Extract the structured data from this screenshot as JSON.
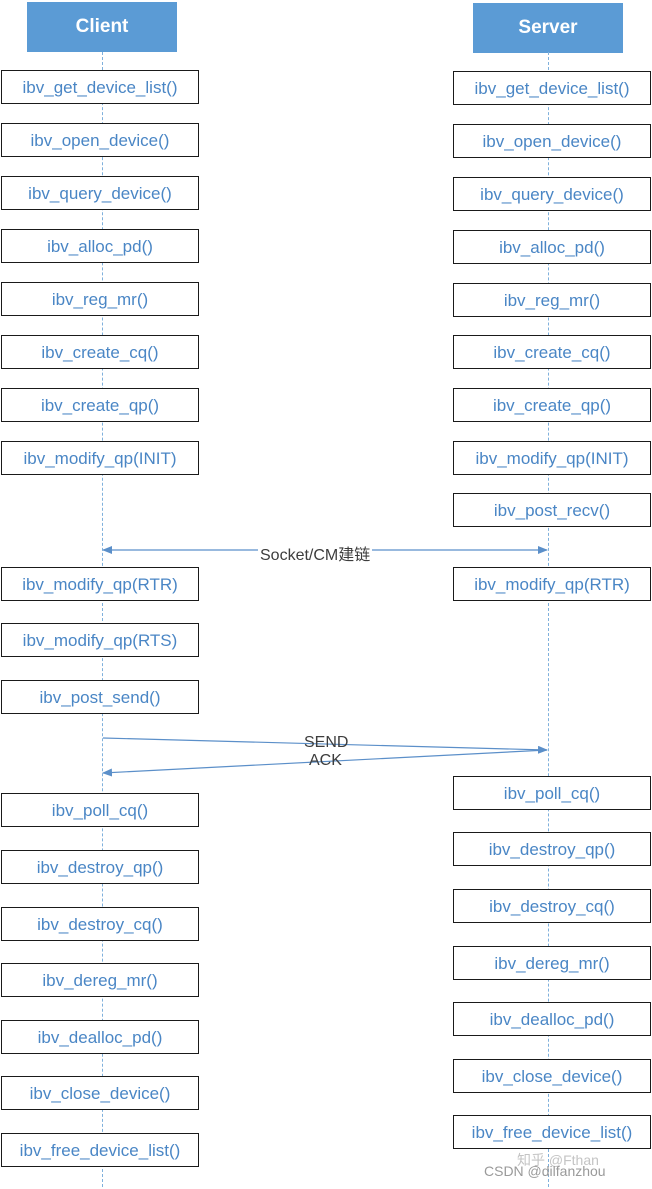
{
  "client": {
    "title": "Client",
    "calls": [
      "ibv_get_device_list()",
      "ibv_open_device()",
      "ibv_query_device()",
      "ibv_alloc_pd()",
      "ibv_reg_mr()",
      "ibv_create_cq()",
      "ibv_create_qp()",
      "ibv_modify_qp(INIT)",
      "ibv_modify_qp(RTR)",
      "ibv_modify_qp(RTS)",
      "ibv_post_send()",
      "ibv_poll_cq()",
      "ibv_destroy_qp()",
      "ibv_destroy_cq()",
      "ibv_dereg_mr()",
      "ibv_dealloc_pd()",
      "ibv_close_device()",
      "ibv_free_device_list()"
    ]
  },
  "server": {
    "title": "Server",
    "calls": [
      "ibv_get_device_list()",
      "ibv_open_device()",
      "ibv_query_device()",
      "ibv_alloc_pd()",
      "ibv_reg_mr()",
      "ibv_create_cq()",
      "ibv_create_qp()",
      "ibv_modify_qp(INIT)",
      "ibv_post_recv()",
      "ibv_modify_qp(RTR)",
      "ibv_poll_cq()",
      "ibv_destroy_qp()",
      "ibv_destroy_cq()",
      "ibv_dereg_mr()",
      "ibv_dealloc_pd()",
      "ibv_close_device()",
      "ibv_free_device_list()"
    ]
  },
  "messages": {
    "socket": "Socket/CM建链",
    "send": "SEND",
    "ack": "ACK"
  },
  "colors": {
    "header_bg": "#5b9bd5",
    "call_text": "#4a86c5",
    "arrow": "#5b8fc9"
  },
  "watermark": {
    "zhihu": "知乎 @Fthan",
    "csdn": "CSDN @dilfanzhou"
  }
}
